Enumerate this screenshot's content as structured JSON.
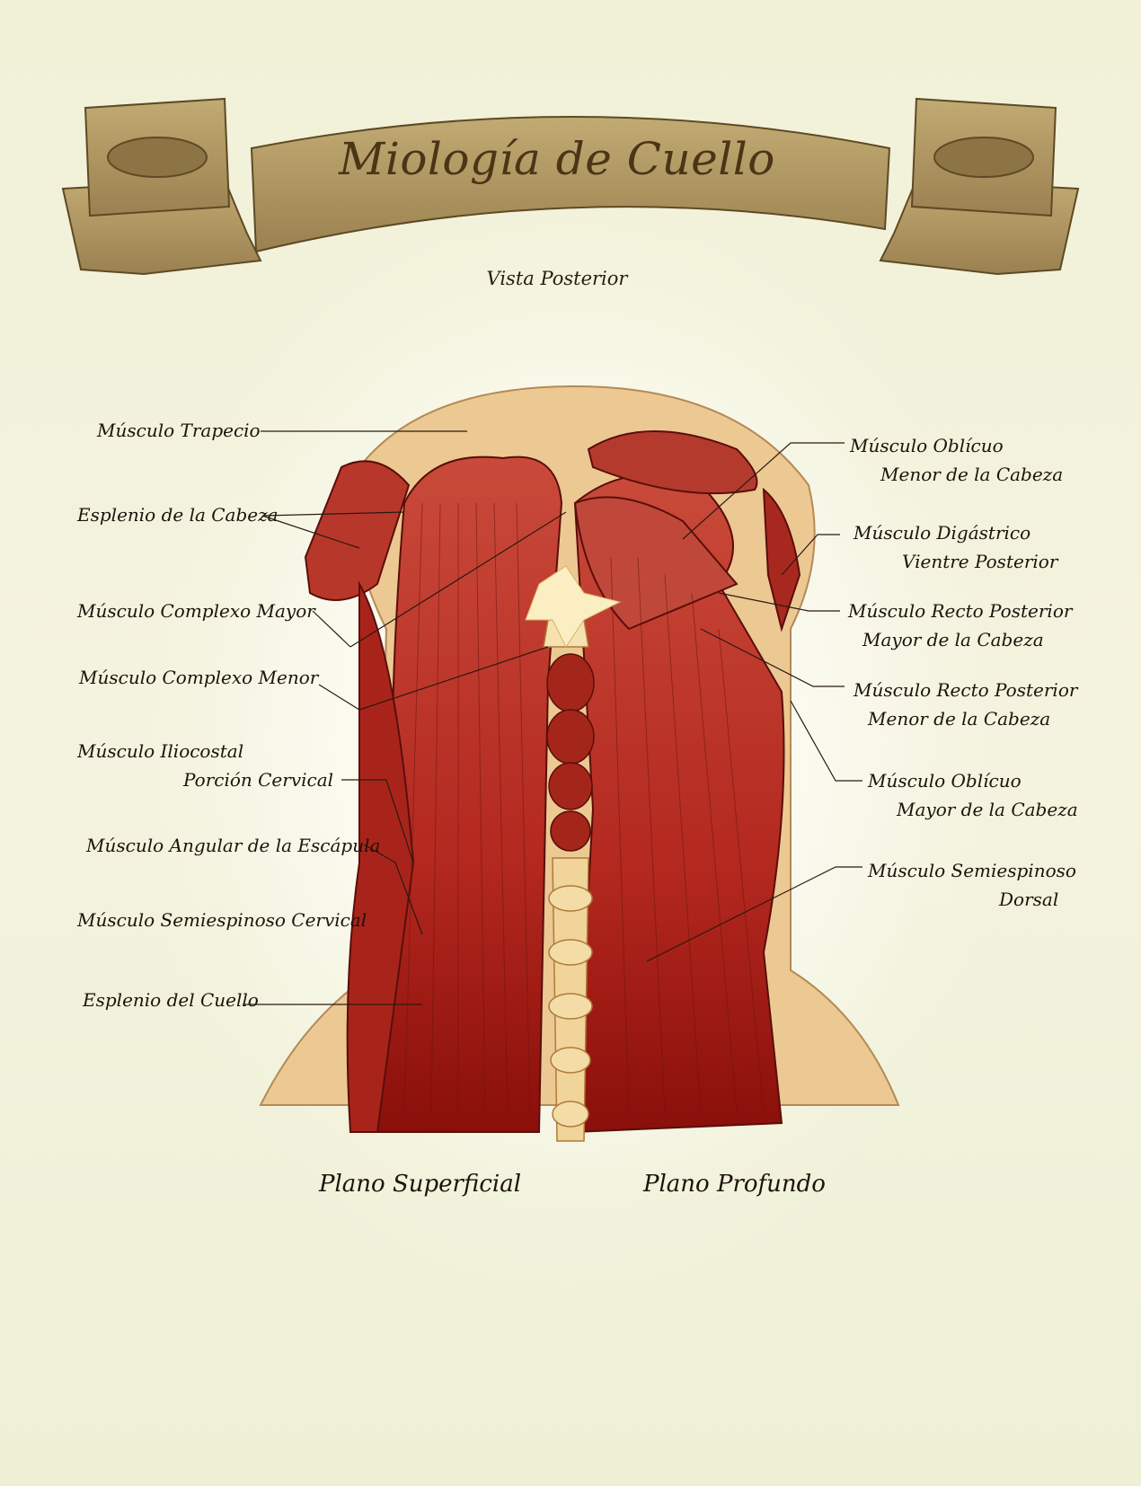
{
  "title": "Miología de Cuello",
  "subtitle": "Vista Posterior",
  "labels_left": {
    "trapecio": "Músculo Trapecio",
    "esplenio_cabeza": "Esplenio de la Cabeza",
    "complexo_mayor": "Músculo Complexo Mayor",
    "complexo_menor": "Músculo Complexo Menor",
    "iliocostal_1": "Músculo Iliocostal",
    "iliocostal_2": "Porción Cervical",
    "angular": "Músculo Angular de la Escápula",
    "semiespinoso_cervical": "Músculo Semiespinoso Cervical",
    "esplenio_cuello": "Esplenio del Cuello"
  },
  "labels_right": {
    "oblicuo_menor_1": "Músculo Oblícuo",
    "oblicuo_menor_2": "Menor de la Cabeza",
    "digastrico_1": "Músculo Digástrico",
    "digastrico_2": "Vientre Posterior",
    "recto_mayor_1": "Músculo Recto Posterior",
    "recto_mayor_2": "Mayor de la Cabeza",
    "recto_menor_1": "Músculo Recto Posterior",
    "recto_menor_2": "Menor de la Cabeza",
    "oblicuo_mayor_1": "Músculo Oblícuo",
    "oblicuo_mayor_2": "Mayor de la Cabeza",
    "semiespinoso_dorsal_1": "Músculo Semiespinoso",
    "semiespinoso_dorsal_2": "Dorsal"
  },
  "planes": {
    "superficial": "Plano Superficial",
    "profundo": "Plano Profundo"
  },
  "colors": {
    "banner": "#a8915c",
    "banner_dark": "#6e5a30",
    "muscle": "#b8342a",
    "muscle_dark": "#7a1812",
    "skin": "#e8c48c",
    "bone": "#f2d79a"
  }
}
